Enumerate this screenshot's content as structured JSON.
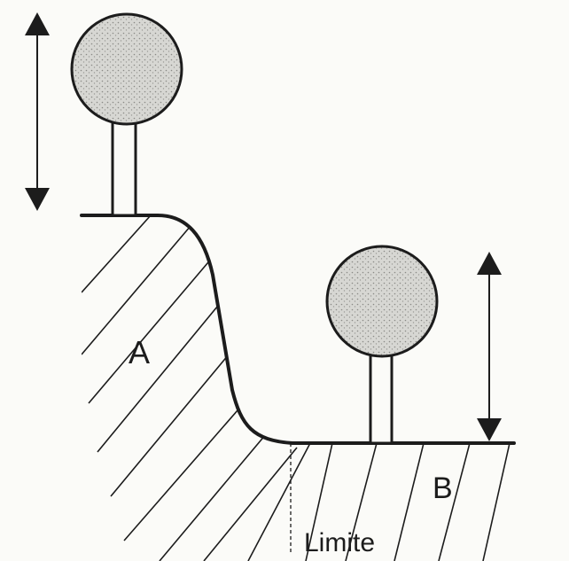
{
  "diagram": {
    "labels": {
      "zone_a": "A",
      "zone_b": "B",
      "limit": "Limite"
    },
    "colors": {
      "ink": "#1c1c1c",
      "crown_fill": "#d7d7d3",
      "paper": "#fbfbf8"
    },
    "icons": {
      "height_arrow": "double-headed-vertical-arrow",
      "tree": "tree-lollipop-icon"
    }
  }
}
